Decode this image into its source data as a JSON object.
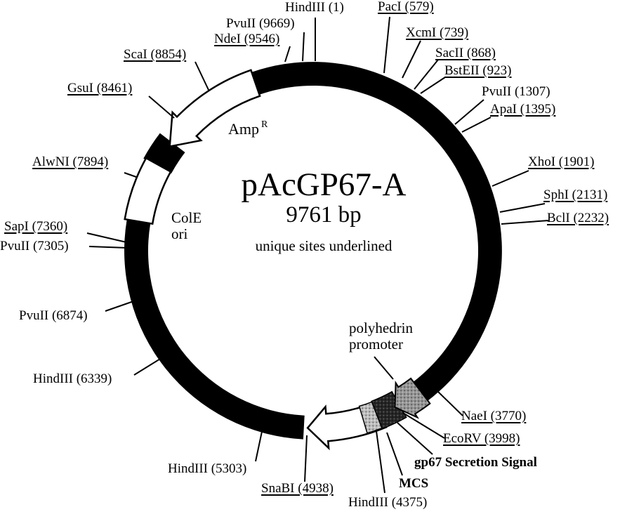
{
  "title": {
    "name": "pAcGP67-A",
    "size": "9761 bp",
    "note": "unique sites underlined"
  },
  "features": {
    "amp_label": "Amp",
    "amp_sup": "R",
    "cole_line1": "ColE",
    "cole_line2": "ori",
    "promoter_line1": "polyhedrin",
    "promoter_line2": "promoter",
    "gp67_label": "gp67 Secretion Signal",
    "mcs_label": "MCS"
  },
  "sites": [
    {
      "label": "HindIII (1)",
      "underlined": false
    },
    {
      "label": "PacI (579)",
      "underlined": true
    },
    {
      "label": "XcmI (739)",
      "underlined": true
    },
    {
      "label": "SacII (868)",
      "underlined": true
    },
    {
      "label": "BstEII (923)",
      "underlined": true
    },
    {
      "label": "PvuII (1307)",
      "underlined": false
    },
    {
      "label": "ApaI (1395)",
      "underlined": true
    },
    {
      "label": "XhoI (1901)",
      "underlined": true
    },
    {
      "label": "SphI (2131)",
      "underlined": true
    },
    {
      "label": "BclI (2232)",
      "underlined": true
    },
    {
      "label": "NaeI (3770)",
      "underlined": true
    },
    {
      "label": "EcoRV (3998)",
      "underlined": true
    },
    {
      "label": "HindIII (4375)",
      "underlined": false
    },
    {
      "label": "SnaBI (4938)",
      "underlined": true
    },
    {
      "label": "HindIII (5303)",
      "underlined": false
    },
    {
      "label": "HindIII (6339)",
      "underlined": false
    },
    {
      "label": "PvuII (6874)",
      "underlined": false
    },
    {
      "label": "PvuII (7305)",
      "underlined": false
    },
    {
      "label": "SapI (7360)",
      "underlined": true
    },
    {
      "label": "AlwNI (7894)",
      "underlined": true
    },
    {
      "label": "GsuI (8461)",
      "underlined": true
    },
    {
      "label": "ScaI (8854)",
      "underlined": true
    },
    {
      "label": "NdeI (9546)",
      "underlined": true
    },
    {
      "label": "PvuII (9669)",
      "underlined": false
    }
  ],
  "colors": {
    "ring": "#000000",
    "background": "#ffffff",
    "feature_white": "#ffffff",
    "promoter_fill": "#8d8d8d",
    "gp67_fill": "#2b2b2b",
    "mcs_fill": "#b3b3b3"
  }
}
